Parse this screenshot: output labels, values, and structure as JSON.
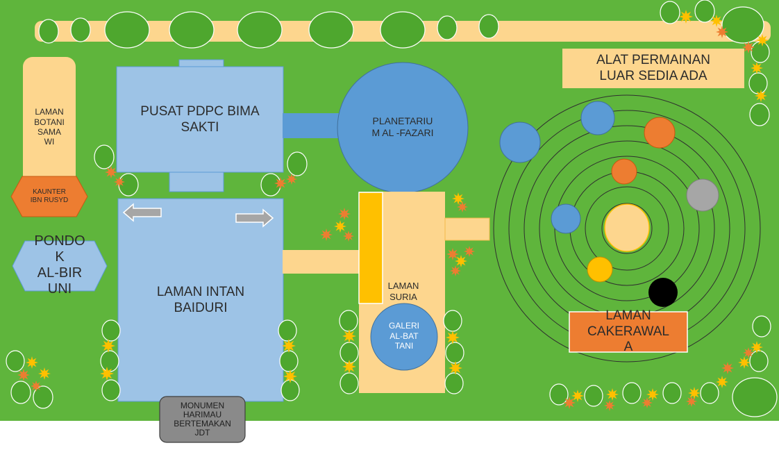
{
  "colors": {
    "grass": "#5fb53c",
    "path": "#fdd68e",
    "building": "#9dc3e6",
    "blue": "#5b9bd5",
    "orange": "#ed7d31",
    "yellow": "#ffc000",
    "gray": "#8a8a8a",
    "tree": "#4ea72e",
    "tree_dark": "#3b8f26"
  },
  "labels": {
    "laman_botani": "LAMAN\nBOTANI\nSAMA\nWI",
    "kaunter": "KAUNTER\nIBN RUSYD",
    "pondok": "PONDO\nK\nAL-BIR\nUNI",
    "pusat_pdpc": "PUSAT PDPC BIMA\nSAKTI",
    "planetarium": "PLANETARIU\nM AL -FAZARI",
    "laman_intan": "LAMAN INTAN\nBAIDURI",
    "laman_suria": "LAMAN\nSURIA",
    "galeri": "GALERI\nAL-BAT\nTANI",
    "alat_permainan": "ALAT PERMAINAN\nLUAR SEDIA ADA",
    "laman_cakerawala": "LAMAN\nCAKERAWAL\nA",
    "monumen": "MONUMEN\nHARIMAU\nBERTEMAKAN\nJDT"
  },
  "icons": {
    "arrow_left": "arrow-left-icon",
    "arrow_right": "arrow-right-icon",
    "tree": "tree-icon",
    "flower": "flower-icon",
    "planet": "planet-icon"
  }
}
